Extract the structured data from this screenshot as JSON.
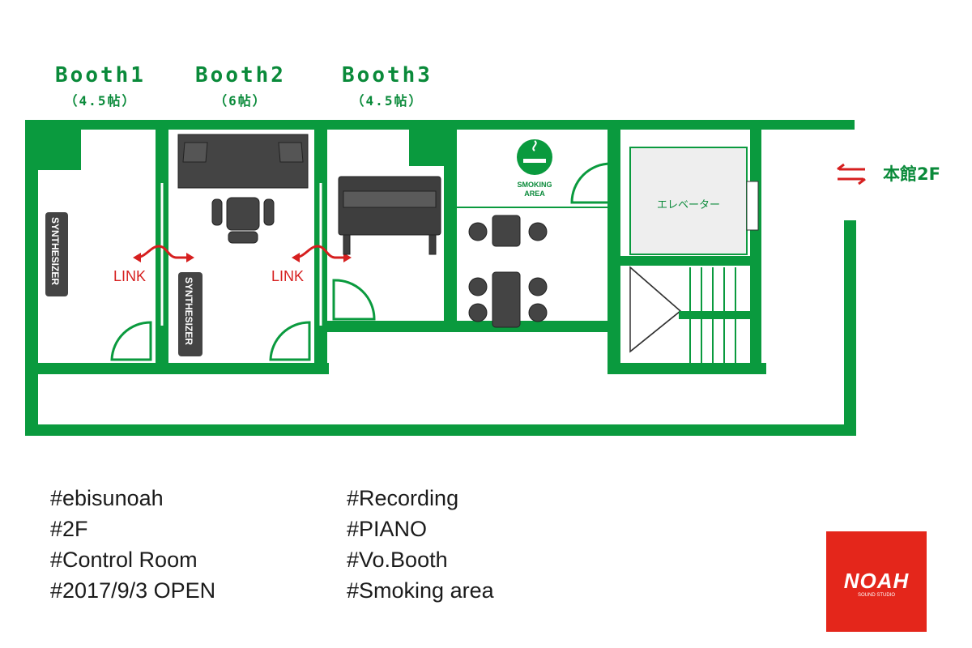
{
  "booths": [
    {
      "name": "Booth1",
      "size": "（4.5帖）"
    },
    {
      "name": "Booth2",
      "size": "（6帖）"
    },
    {
      "name": "Booth3",
      "size": "（4.5帖）"
    }
  ],
  "labels": {
    "link_left": "LINK",
    "link_right": "LINK",
    "synth_booth1": "SYNTHESIZER",
    "synth_booth2": "SYNTHESIZER",
    "smoking_line1": "SMOKING",
    "smoking_line2": "AREA",
    "elevator": "エレベーター",
    "annex": "本館2F"
  },
  "tags_left": [
    "#ebisunoah",
    "#2F",
    "#Control Room",
    "#2017/9/3  OPEN"
  ],
  "tags_right": [
    "#Recording",
    "#PIANO",
    "#Vo.Booth",
    "#Smoking area"
  ],
  "logo": {
    "text": "NOAH",
    "subtitle": "SOUND STUDIO"
  },
  "colors": {
    "wall": "#0a9a3e",
    "accent": "#d61f1f",
    "furniture": "#4a4a4a",
    "logo": "#e4261b"
  }
}
